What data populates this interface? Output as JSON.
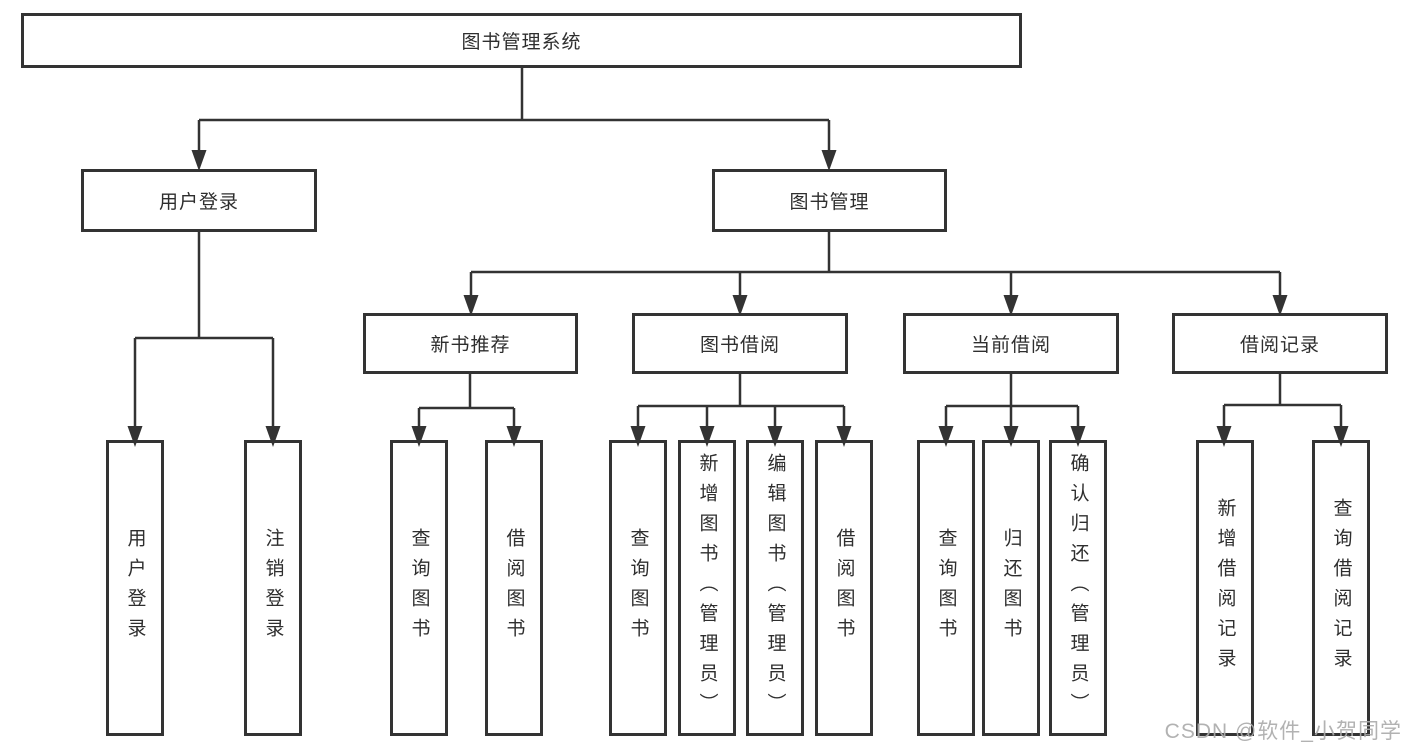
{
  "diagram": {
    "title": "图书管理系统",
    "nodes": {
      "root": "图书管理系统",
      "userLogin": "用户登录",
      "bookMgmt": "图书管理",
      "newBookRec": "新书推荐",
      "bookBorrow": "图书借阅",
      "currentBorrow": "当前借阅",
      "borrowRecord": "借阅记录",
      "leafUserLogin": "用户登录",
      "leafLogout": "注销登录",
      "leafQueryBook1": "查询图书",
      "leafBorrowBook1": "借阅图书",
      "leafQueryBook2": "查询图书",
      "leafAddBook": "新增图书（管理员）",
      "leafEditBook": "编辑图书（管理员）",
      "leafBorrowBook2": "借阅图书",
      "leafQueryBook3": "查询图书",
      "leafReturnBook": "归还图书",
      "leafConfirmReturn": "确认归还（管理员）",
      "leafAddRecord": "新增借阅记录",
      "leafQueryRecord": "查询借阅记录"
    },
    "hierarchy": {
      "图书管理系统": {
        "用户登录": [
          "用户登录",
          "注销登录"
        ],
        "图书管理": {
          "新书推荐": [
            "查询图书",
            "借阅图书"
          ],
          "图书借阅": [
            "查询图书",
            "新增图书（管理员）",
            "编辑图书（管理员）",
            "借阅图书"
          ],
          "当前借阅": [
            "查询图书",
            "归还图书",
            "确认归还（管理员）"
          ],
          "借阅记录": [
            "新增借阅记录",
            "查询借阅记录"
          ]
        }
      }
    },
    "colors": {
      "line": "#333333",
      "text": "#2e2e2e",
      "background": "#ffffff",
      "watermark": "#ababab"
    }
  },
  "watermark": "CSDN @软件_小贺同学"
}
